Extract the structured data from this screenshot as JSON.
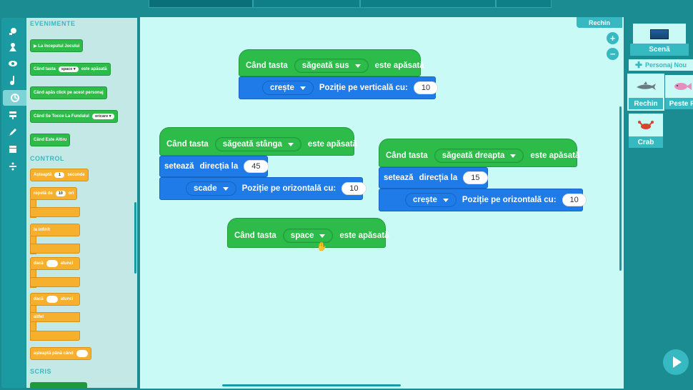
{
  "palette": {
    "events_title": "EVENIMENTE",
    "control_title": "CONTROL",
    "write_title": "SCRIS",
    "events": {
      "game_start": "▶ La începutul Jocului",
      "key_press_prefix": "Când tasta",
      "key_press_dd": "space",
      "key_press_suffix": "este apăsată",
      "sprite_click": "Când apăs click pe acest personaj",
      "touch_ground_prefix": "Când Se Tocce La Fundalul",
      "touch_ground_dd": "oricare",
      "sprite_clone": "Când Este Altiru"
    },
    "control": {
      "wait_prefix": "Așteaptă",
      "wait_num": "1",
      "wait_suffix": "secunde",
      "repeat_prefix": "repetă de",
      "repeat_num": "10",
      "repeat_suffix": "ori",
      "forever": "la infinit",
      "if_then_prefix": "dacă",
      "if_then_suffix": "atunci",
      "if_else_prefix": "dacă",
      "if_else_suffix": "atunci",
      "else": "altfel",
      "wait_until": "așteaptă până când"
    }
  },
  "workspace": {
    "sprite_tag": "Rechin",
    "zoom_in": "+",
    "zoom_out": "−",
    "scripts": {
      "up": {
        "hat_prefix": "Când tasta",
        "hat_key": "săgeată sus",
        "hat_suffix": "este apăsată",
        "dd": "crește",
        "label": "Poziție pe verticală cu:",
        "value": "10"
      },
      "left": {
        "hat_prefix": "Când tasta",
        "hat_key": "săgeată stânga",
        "hat_suffix": "este apăsată",
        "set_dir": "setează",
        "dir_label": "direcția la",
        "dir_value": "45",
        "dd": "scade",
        "label": "Poziție pe orizontală cu:",
        "value": "10"
      },
      "right": {
        "hat_prefix": "Când tasta",
        "hat_key": "săgeată dreapta",
        "hat_suffix": "este apăsată",
        "set_dir": "setează",
        "dir_label": "direcția la",
        "dir_value": "15",
        "dd": "crește",
        "label": "Poziție pe orizontală cu:",
        "value": "10"
      },
      "space": {
        "hat_prefix": "Când tasta",
        "hat_key": "space",
        "hat_suffix": "este apăsată"
      }
    }
  },
  "sprites_panel": {
    "scene_label": "Scenă",
    "new_sprite": "Personaj Nou",
    "sprites": [
      {
        "name": "Rechin"
      },
      {
        "name": "Peste R"
      },
      {
        "name": "Crab"
      }
    ]
  },
  "colors": {
    "teal": "#1a8c92",
    "event_green": "#2dbb4a",
    "motion_blue": "#1f7be8",
    "control_orange": "#f7b02d",
    "workspace_bg": "#cafaf6"
  }
}
